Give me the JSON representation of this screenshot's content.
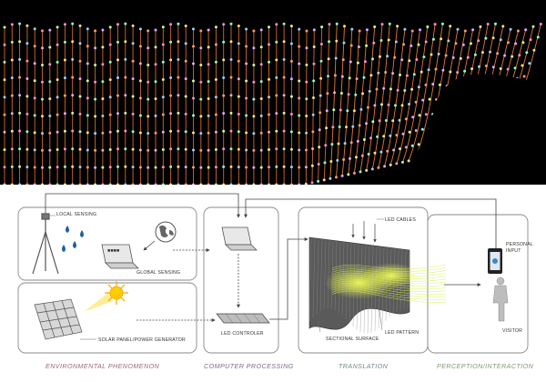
{
  "labels": {
    "local_sensing": "LOCAL SENSING",
    "global_sensing": "GLOBAL SENSING",
    "solar_panel": "SOLAR PANEL/POWER GENERATOR",
    "led_controller": "LED CONTROLER",
    "led_cables": "LED CABLES",
    "led_pattern": "LED PATTERN",
    "sectional_surface": "SECTIONAL SURFACE",
    "personal_input_1": "PERSONAL",
    "personal_input_2": "INPUT",
    "visitor": "VISITOR"
  },
  "sections": {
    "environmental": "ENVIRONMENTAL PHENOMENON",
    "computer": "COMPUTER PROCESSING",
    "translation": "TRANSLATION",
    "perception": "PERCEPTION/INTERACTION"
  },
  "colors": {
    "environmental": "#9b6a78",
    "computer": "#7d6a8a",
    "translation": "#6f8a8a",
    "perception": "#7e9a72",
    "box_stroke": "#8a8a8a",
    "cable": "#e07a3c"
  },
  "icons": {
    "tripod": "tripod-sensor-icon",
    "drops": "water-drop-icon",
    "globe": "globe-icon",
    "laptop": "laptop-icon",
    "solar": "solar-panel-icon",
    "sun": "sun-icon",
    "phone": "smartphone-icon",
    "visitor": "visitor-figure-icon"
  }
}
